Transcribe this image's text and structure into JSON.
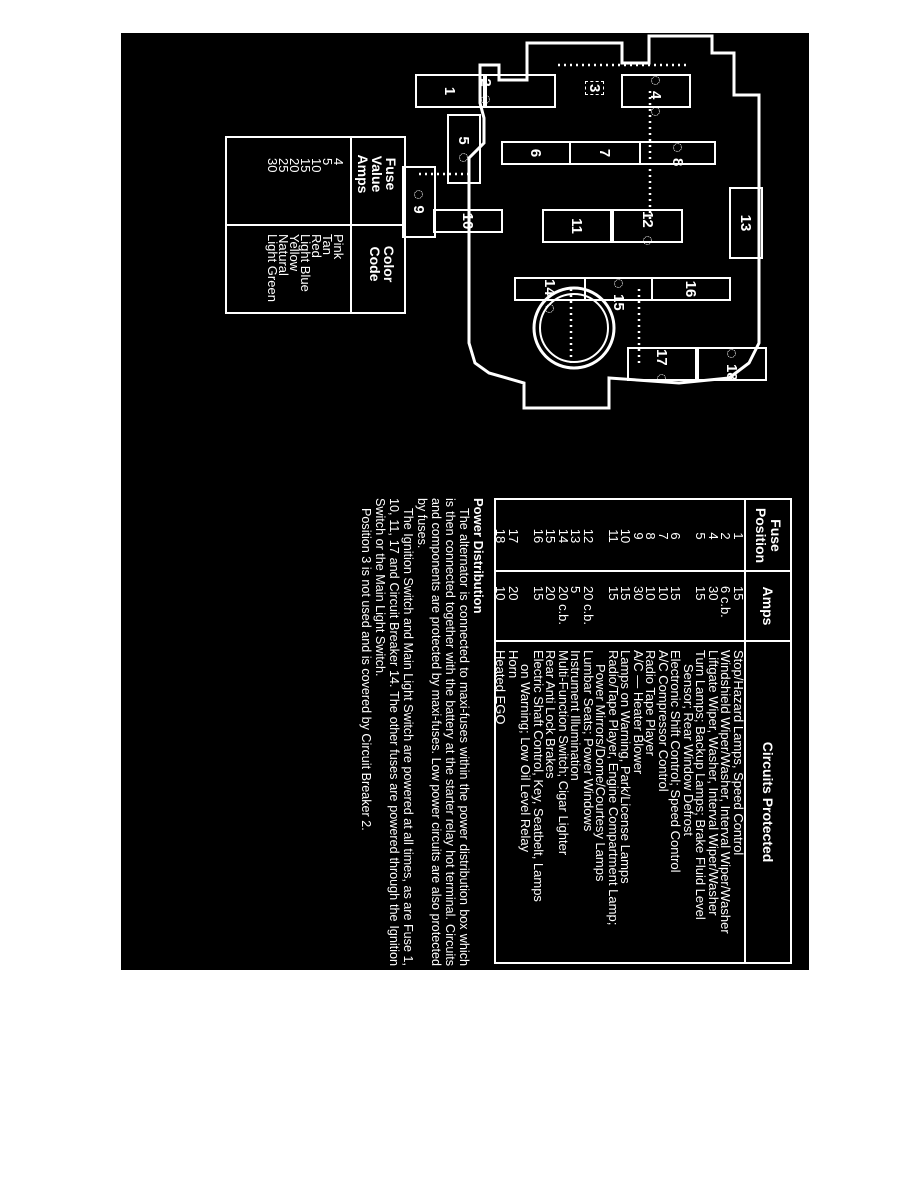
{
  "diagram": {
    "fuse_labels": [
      "1",
      "2",
      "3",
      "4",
      "5",
      "6",
      "7",
      "8",
      "9",
      "10",
      "11",
      "12",
      "13",
      "14",
      "15",
      "16",
      "17",
      "18"
    ]
  },
  "fuse_table": {
    "headers": {
      "position": "Fuse Position",
      "amps": "Amps",
      "circuits": "Circuits Protected"
    },
    "rows": [
      {
        "position": "1",
        "amps": "15",
        "circuit": "Stop/Hazard Lamps, Speed Control"
      },
      {
        "position": "2",
        "amps": "6 c.b.",
        "circuit": "Windshield Wiper/Washer, Interval Wiper/Washer"
      },
      {
        "position": "4",
        "amps": "30",
        "circuit": "Liftgate Wiper, Washer, Interval Wiper/Washer"
      },
      {
        "position": "5",
        "amps": "15",
        "circuit": "Turn Lamps; Backup Lamps; Brake Fluid Level"
      },
      {
        "position": "",
        "amps": "",
        "circuit": "Sensor; Rear Window Defrost"
      },
      {
        "position": "6",
        "amps": "15",
        "circuit": "Electronic Shift Control; Speed Control"
      },
      {
        "position": "7",
        "amps": "10",
        "circuit": "A/C Compressor Control"
      },
      {
        "position": "8",
        "amps": "10",
        "circuit": "Radio Tape Player"
      },
      {
        "position": "9",
        "amps": "30",
        "circuit": "A/C — Heater Blower"
      },
      {
        "position": "10",
        "amps": "15",
        "circuit": "Lamps on Warning, Park/License Lamps"
      },
      {
        "position": "11",
        "amps": "15",
        "circuit": "Radio/Tape Player, Engine Compartment Lamp;"
      },
      {
        "position": "",
        "amps": "",
        "circuit": "Power Mirrors/Dome/Courtesy Lamps"
      },
      {
        "position": "12",
        "amps": "20 c.b.",
        "circuit": "Lumbar Seats; Power Windows"
      },
      {
        "position": "13",
        "amps": "5",
        "circuit": "Instrument Illumination"
      },
      {
        "position": "14",
        "amps": "20 c.b.",
        "circuit": "Multi-Function Switch; Cigar Lighter"
      },
      {
        "position": "15",
        "amps": "20",
        "circuit": "Rear Anti Lock Brakes"
      },
      {
        "position": "16",
        "amps": "15",
        "circuit": "Electric Shaft Control, Key, Seatbelt, Lamps"
      },
      {
        "position": "",
        "amps": "",
        "circuit": "on Warning; Low Oil Level Relay"
      },
      {
        "position": "17",
        "amps": "20",
        "circuit": "Horn"
      },
      {
        "position": "18",
        "amps": "10",
        "circuit": "Heated EGO"
      }
    ]
  },
  "color_table": {
    "headers": {
      "value": "Fuse Value Amps",
      "color": "Color Code"
    },
    "rows": [
      {
        "amps": "4",
        "color": "Pink"
      },
      {
        "amps": "5",
        "color": "Tan"
      },
      {
        "amps": "10",
        "color": "Red"
      },
      {
        "amps": "15",
        "color": "Light Blue"
      },
      {
        "amps": "20",
        "color": "Yellow"
      },
      {
        "amps": "25",
        "color": "Natural"
      },
      {
        "amps": "30",
        "color": "Light Green"
      }
    ]
  },
  "power_distribution": {
    "title": "Power Distribution",
    "paragraphs": [
      "The alternator is connected to maxi-fuses within the power distribution box which is then connected together with the battery at the starter relay hot terminal. Circuits and components are protected by maxi-fuses. Low power circuits are also protected by fuses.",
      "The Ignition Switch and Main Light Switch are powered at all times, as are Fuse 1, 10, 11, 17 and Circuit Breaker 14. The other fuses are powered through the Ignition Switch or the Main Light Switch.",
      "Position 3 is not used and is covered by Circuit Breaker 2."
    ]
  }
}
